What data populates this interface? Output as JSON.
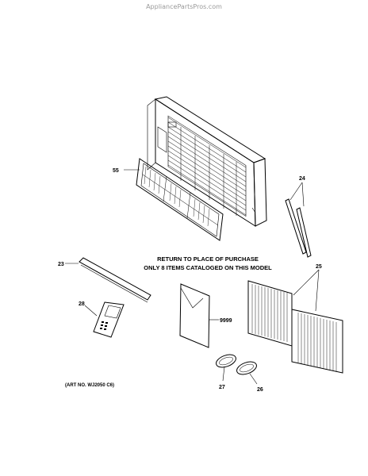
{
  "watermark": "AppliancePartsPros.com",
  "notice": {
    "line1": "RETURN TO PLACE OF PURCHASE",
    "line2": "ONLY 8 ITEMS CATALOGED ON THIS MODEL"
  },
  "art_number": "(ART NO. WJ2050 C6)",
  "callouts": {
    "c55": "55",
    "c24": "24",
    "c23": "23",
    "c25": "25",
    "c28": "28",
    "c9999": "9999",
    "c27": "27",
    "c26": "26"
  }
}
